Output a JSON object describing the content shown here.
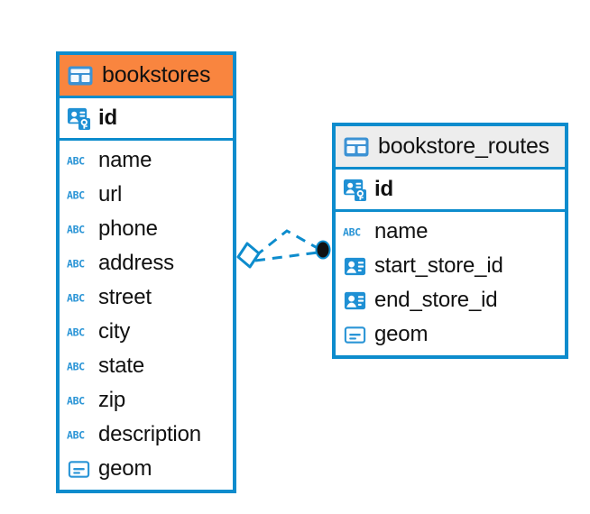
{
  "diagram": {
    "type": "entity-relationship-diagram",
    "background_color": "#ffffff",
    "accent_color": "#0d8ccd",
    "selected_header_color": "#f9853f",
    "unselected_header_color": "#ededed"
  },
  "entities": [
    {
      "name": "bookstores",
      "header_style": "accent",
      "table_icon": "table-icon",
      "primary_key": {
        "label": "id",
        "icon": "primary-key-icon"
      },
      "fields": [
        {
          "label": "name",
          "icon": "text-type-icon"
        },
        {
          "label": "url",
          "icon": "text-type-icon"
        },
        {
          "label": "phone",
          "icon": "text-type-icon"
        },
        {
          "label": "address",
          "icon": "text-type-icon"
        },
        {
          "label": "street",
          "icon": "text-type-icon"
        },
        {
          "label": "city",
          "icon": "text-type-icon"
        },
        {
          "label": "state",
          "icon": "text-type-icon"
        },
        {
          "label": "zip",
          "icon": "text-type-icon"
        },
        {
          "label": "description",
          "icon": "text-type-icon"
        },
        {
          "label": "geom",
          "icon": "geometry-type-icon"
        }
      ]
    },
    {
      "name": "bookstore_routes",
      "header_style": "plain",
      "table_icon": "table-icon",
      "primary_key": {
        "label": "id",
        "icon": "primary-key-icon"
      },
      "fields": [
        {
          "label": "name",
          "icon": "text-type-icon"
        },
        {
          "label": "start_store_id",
          "icon": "foreign-key-icon"
        },
        {
          "label": "end_store_id",
          "icon": "foreign-key-icon"
        },
        {
          "label": "geom",
          "icon": "geometry-type-icon"
        }
      ]
    }
  ],
  "relationship": {
    "from_entity": "bookstores",
    "to_entity": "bookstore_routes",
    "line_style": "dashed",
    "line_color": "#0d8ccd",
    "source_marker": "diamond-endpoint",
    "target_marker": "filled-circle-endpoint"
  }
}
